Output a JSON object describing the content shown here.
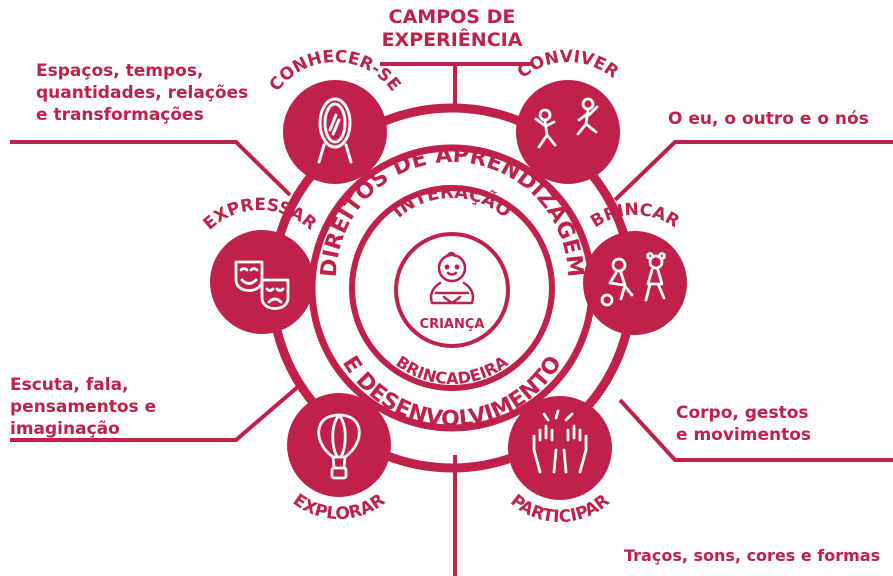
{
  "title": {
    "line1": "CAMPOS DE",
    "line2": "EXPERIÊNCIA"
  },
  "fields": {
    "top_left": [
      "Espaços, tempos,",
      "quantidades, relações",
      "e transformações"
    ],
    "top_right": [
      "O eu, o outro e o nós"
    ],
    "bottom_left": [
      "Escuta, fala,",
      "pensamentos e",
      "imaginação"
    ],
    "bottom_right": [
      "Corpo, gestos",
      "e movimentos"
    ],
    "bottom": [
      "Traços, sons, cores e formas"
    ]
  },
  "rights": {
    "conhecer_se": "CONHECER-SE",
    "conviver": "CONVIVER",
    "brincar": "BRINCAR",
    "participar": "PARTICIPAR",
    "explorar": "EXPLORAR",
    "expressar": "EXPRESSAR"
  },
  "ring": {
    "top": "DIREITOS DE APRENDIZAGEM",
    "bottom": "E DESENVOLVIMENTO"
  },
  "inner": {
    "top": "INTERAÇÃO",
    "bottom": "BRINCADEIRA",
    "center": "CRIANÇA"
  },
  "colors": {
    "accent": "#c0214b",
    "background": "#ffffff"
  },
  "icons": {
    "conhecer_se": "mirror-icon",
    "conviver": "dancing-people-icon",
    "brincar": "children-playing-icon",
    "participar": "raised-hands-icon",
    "explorar": "hot-air-balloon-icon",
    "expressar": "theater-masks-icon",
    "center": "baby-icon"
  }
}
